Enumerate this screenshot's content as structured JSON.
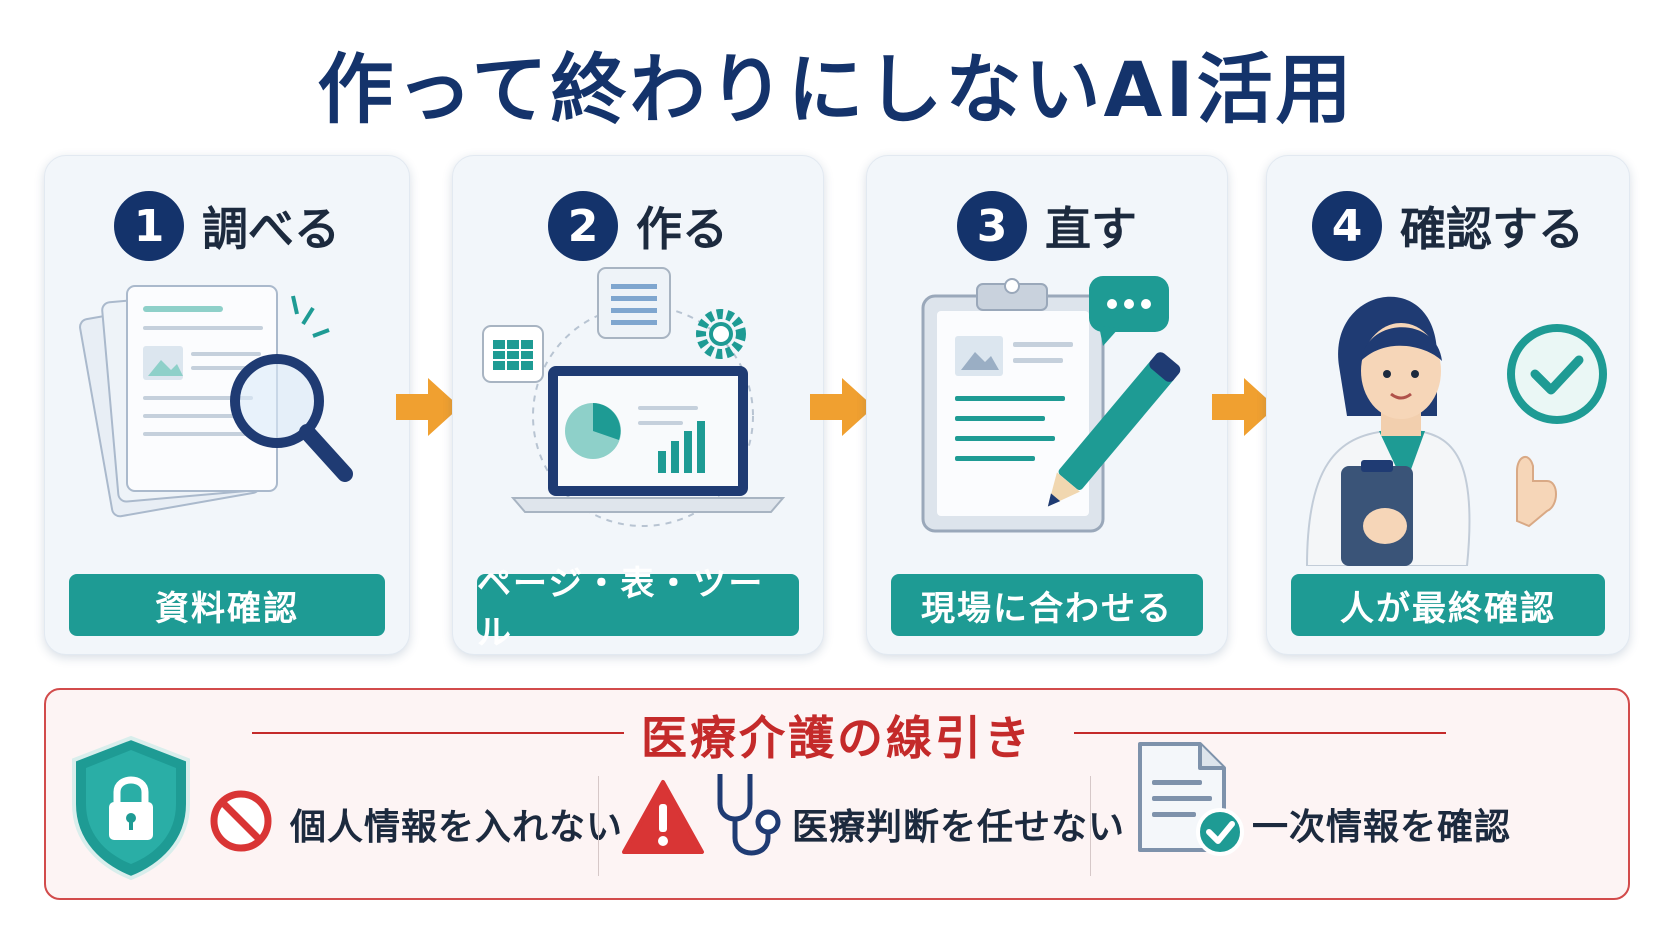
{
  "title": "作って終わりにしないAI活用",
  "steps": [
    {
      "num": "1",
      "title": "調べる",
      "label": "資料確認"
    },
    {
      "num": "2",
      "title": "作る",
      "label": "ページ・表・ツール"
    },
    {
      "num": "3",
      "title": "直す",
      "label": "現場に合わせる"
    },
    {
      "num": "4",
      "title": "確認する",
      "label": "人が最終確認"
    }
  ],
  "guardrails": {
    "title": "医療介護の線引き",
    "items": [
      {
        "text": "個人情報を入れない",
        "icon": "no-entry-icon"
      },
      {
        "text": "医療判断を任せない",
        "icon": "warning-icon"
      },
      {
        "text": "一次情報を確認",
        "icon": "document-check-icon"
      }
    ]
  },
  "colors": {
    "navy": "#14336b",
    "teal": "#1e9b94",
    "orange": "#f0a030",
    "red": "#c42a2a"
  }
}
